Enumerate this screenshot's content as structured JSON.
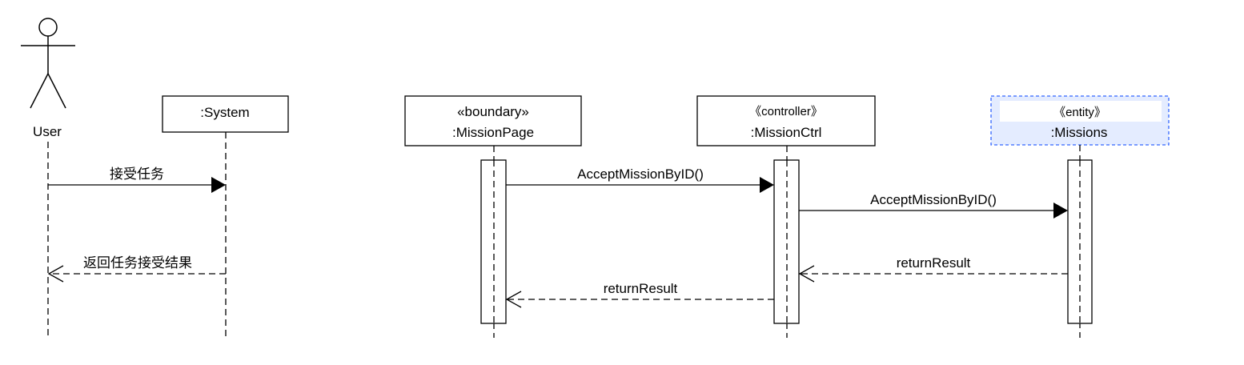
{
  "actor": {
    "name": "User"
  },
  "objects": {
    "system": {
      "name": ":System"
    },
    "mission_page": {
      "stereotype": "«boundary»",
      "name": ":MissionPage"
    },
    "mission_ctrl": {
      "stereotype": "《controller》",
      "name": ":MissionCtrl"
    },
    "missions": {
      "stereotype": "《entity》",
      "name": ":Missions"
    }
  },
  "messages": {
    "accept_task": "接受任务",
    "return_task_result": "返回任务接受结果",
    "accept_mission_page_to_ctrl": "AcceptMissionByID()",
    "accept_mission_ctrl_to_entity": "AcceptMissionByID()",
    "return_result_entity_to_ctrl": "returnResult",
    "return_result_ctrl_to_page": "returnResult"
  },
  "colors": {
    "line": "#000000",
    "selected_border": "#3366ff",
    "selected_fill": "#e4ecff",
    "selected_text": "#3344ee"
  }
}
